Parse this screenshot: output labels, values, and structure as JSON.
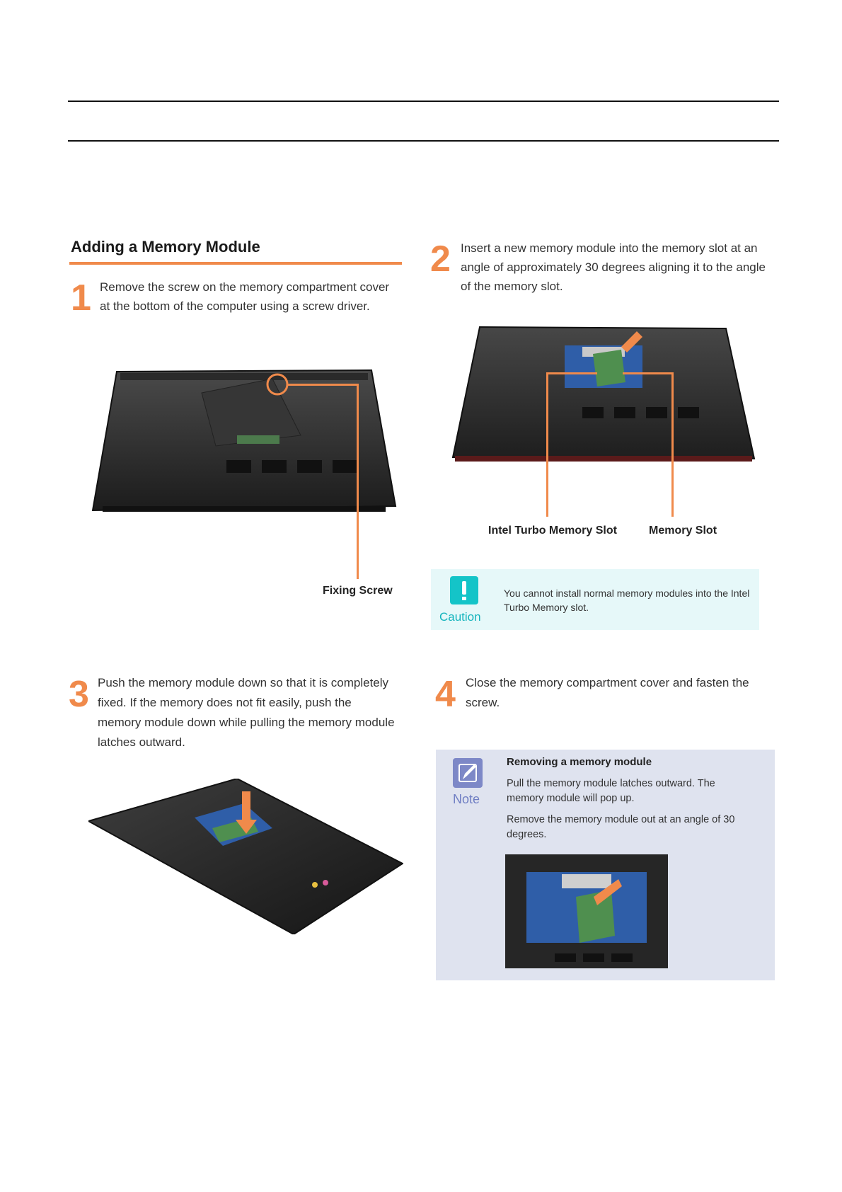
{
  "section": {
    "title": "Adding a Memory Module"
  },
  "steps": [
    {
      "number": "1",
      "text": "Remove the screw on the memory compartment cover at the bottom of the computer using a screw driver."
    },
    {
      "number": "2",
      "text": "Insert a new memory module into the memory slot at an angle of approximately 30 degrees aligning it to the angle of the memory slot."
    },
    {
      "number": "3",
      "text": "Push the memory module down so that it is completely fixed. If the memory does not fit easily, push the memory module down while pulling the memory module latches outward."
    },
    {
      "number": "4",
      "text": "Close the memory compartment cover and fasten the screw."
    }
  ],
  "callouts": {
    "fixing_screw": "Fixing Screw",
    "intel_turbo_slot": "Intel Turbo Memory Slot",
    "memory_slot": "Memory Slot"
  },
  "caution": {
    "label": "Caution",
    "text": "You cannot install normal memory modules into the Intel Turbo Memory slot."
  },
  "note": {
    "label": "Note",
    "heading": "Removing a memory module",
    "paragraph1": "Pull the memory module latches outward. The memory module will pop up.",
    "paragraph2": "Remove the memory module out at an angle of 30 degrees."
  },
  "colors": {
    "accent": "#f08a4b",
    "caution": "#14c4c8",
    "note": "#7d88c7"
  }
}
